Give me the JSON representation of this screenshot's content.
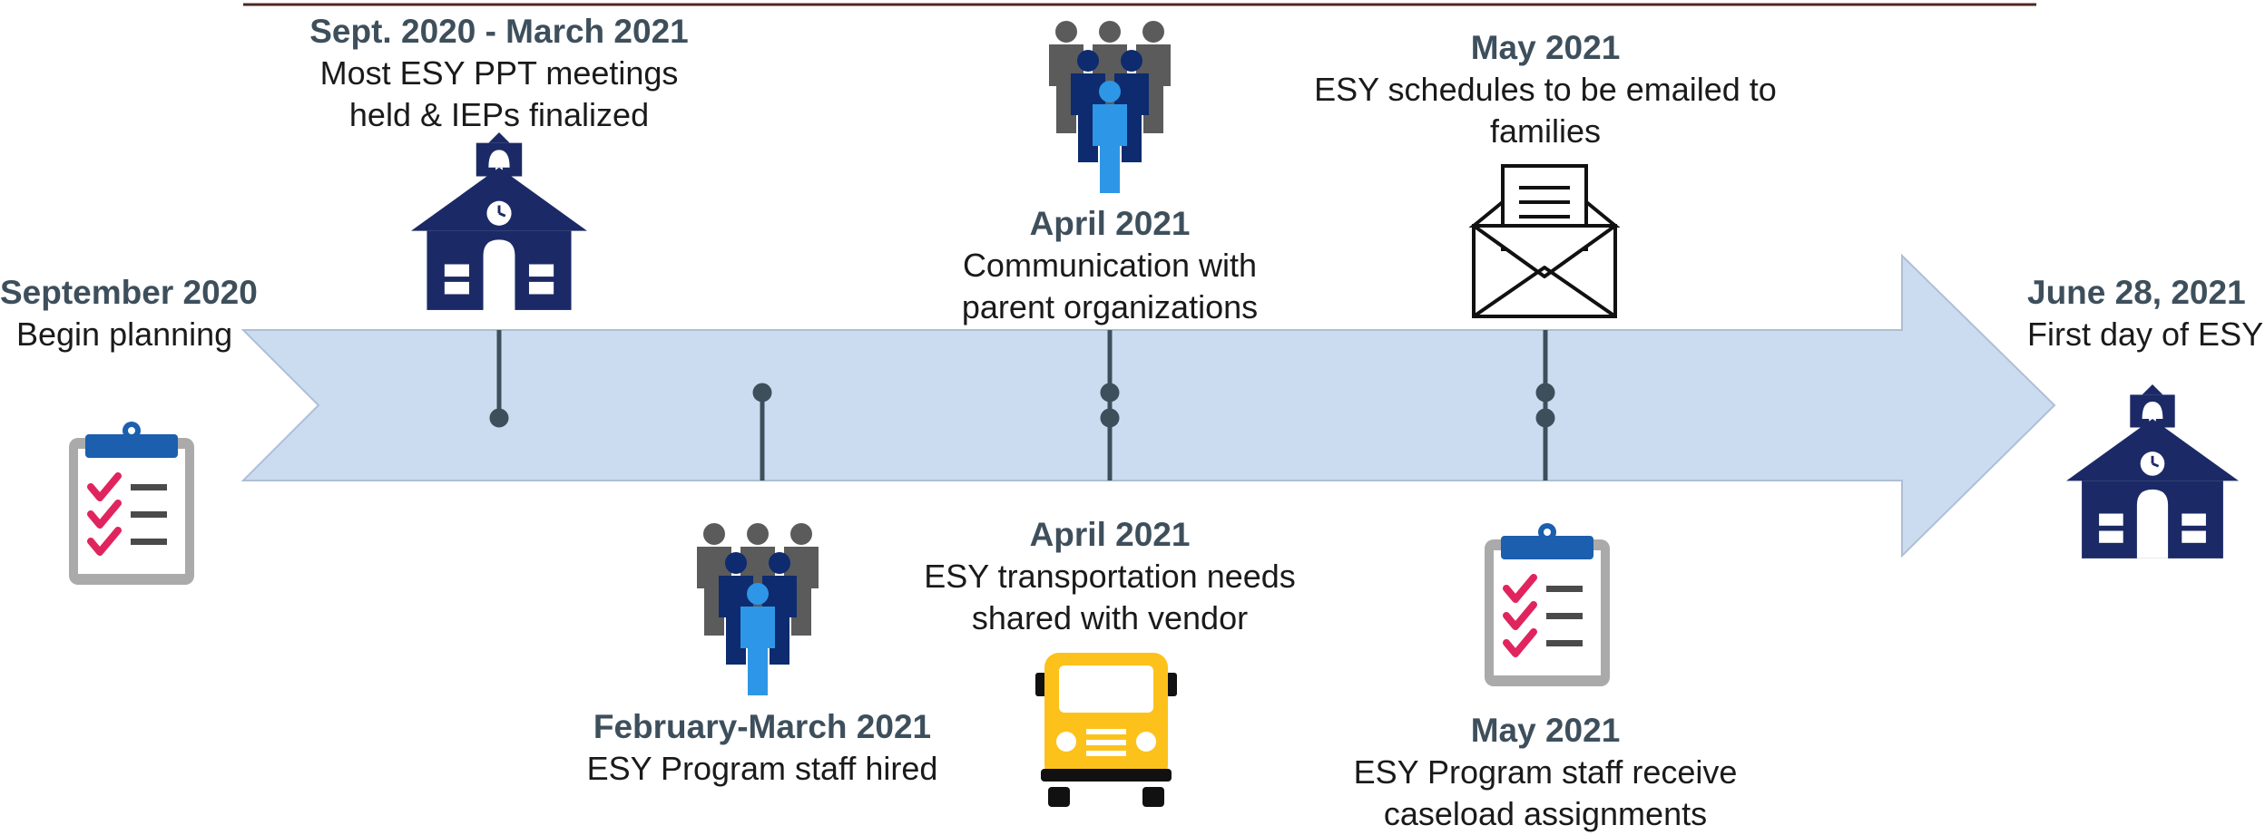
{
  "colors": {
    "arrow_fill": "#ccdcf0",
    "arrow_edge": "#aebfd5",
    "top_rule": "#4a2a24",
    "connector": "#3e4f5c",
    "date_text": "#3e4f5c",
    "school_navy": "#1b2a66",
    "person_gray": "#5b5b5b",
    "person_navy": "#0d2b6e",
    "person_blue": "#2e96e6",
    "bus_yellow": "#fcc21b",
    "clipboard_gray": "#aaaaaa",
    "check_red": "#e0245e"
  },
  "milestones": [
    {
      "id": "sept2020",
      "date": "September 2020",
      "text": "Begin planning",
      "icon": "clipboard-icon"
    },
    {
      "id": "sept-march",
      "date": "Sept. 2020 - March 2021",
      "text": "Most ESY PPT meetings held & IEPs finalized",
      "text_lines": [
        "Most ESY PPT meetings",
        "held & IEPs finalized"
      ],
      "icon": "school-icon"
    },
    {
      "id": "feb-march",
      "date": "February-March 2021",
      "text": "ESY Program staff hired",
      "icon": "people-icon"
    },
    {
      "id": "april-comm",
      "date": "April 2021",
      "text": "Communication with parent organizations",
      "text_lines": [
        "Communication with",
        "parent organizations"
      ],
      "icon": "people-icon"
    },
    {
      "id": "april-transport",
      "date": "April 2021",
      "text": "ESY transportation needs shared with vendor",
      "text_lines": [
        "ESY transportation needs",
        "shared with vendor"
      ],
      "icon": "school-bus-icon"
    },
    {
      "id": "may-schedules",
      "date": "May 2021",
      "text": "ESY schedules to be emailed to families",
      "text_lines": [
        "ESY schedules to be emailed to",
        "families"
      ],
      "icon": "envelope-icon"
    },
    {
      "id": "may-caseload",
      "date": "May 2021",
      "text": "ESY Program staff receive caseload assignments",
      "text_lines": [
        "ESY Program staff receive",
        "caseload assignments"
      ],
      "icon": "clipboard-icon"
    },
    {
      "id": "june28",
      "date": "June 28, 2021",
      "text": "First day of ESY",
      "icon": "school-icon"
    }
  ]
}
